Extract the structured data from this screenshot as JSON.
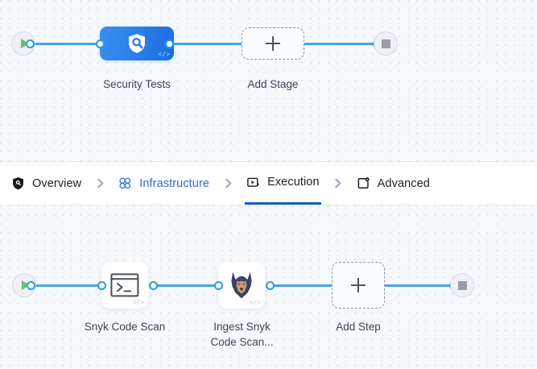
{
  "theme": {
    "canvas_bg": "#f6f9fc",
    "wire_color": "#47a3e3",
    "accent_blue": "#1a6fe0",
    "active_tab_underline": "#1360ba",
    "link_blue": "#2e6ad1",
    "start_icon_color": "#62c462",
    "stop_icon_color": "#9a9aa8"
  },
  "stage_canvas": {
    "start_node": {
      "icon": "play-icon",
      "name": "pipeline-start"
    },
    "end_node": {
      "icon": "stop-icon",
      "name": "pipeline-end"
    },
    "stage": {
      "label": "Security Tests",
      "icon": "shield-search-icon",
      "badge": "</>"
    },
    "add_stage": {
      "label": "Add Stage",
      "icon": "plus-icon"
    }
  },
  "tabs": [
    {
      "label": "Overview",
      "icon": "shield-icon",
      "state": "default"
    },
    {
      "label": "Infrastructure",
      "icon": "cluster-icon",
      "state": "link"
    },
    {
      "label": "Execution",
      "icon": "play-box-icon",
      "state": "active"
    },
    {
      "label": "Advanced",
      "icon": "page-gear-icon",
      "state": "default"
    }
  ],
  "tab_separator_icon": "chevron-right-icon",
  "step_canvas": {
    "start_node": {
      "icon": "play-icon",
      "name": "execution-start"
    },
    "end_node": {
      "icon": "stop-icon",
      "name": "execution-end"
    },
    "steps": [
      {
        "label": "Snyk Code Scan",
        "icon": "terminal-icon",
        "badge": "</>"
      },
      {
        "label": "Ingest Snyk\nCode Scan...",
        "icon": "snyk-doberman-icon",
        "badge": "</>"
      }
    ],
    "add_step": {
      "label": "Add Step",
      "icon": "plus-icon"
    }
  }
}
